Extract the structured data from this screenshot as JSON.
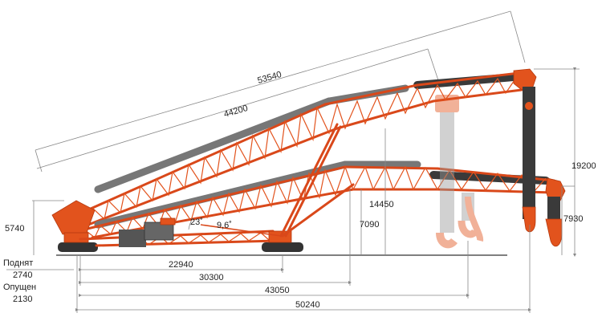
{
  "dimensions": {
    "d53540": "53540",
    "d44200": "44200",
    "d19200": "19200",
    "d14450": "14450",
    "d7090": "7090",
    "d7930": "7930",
    "d5740": "5740",
    "d22940": "22940",
    "d30300": "30300",
    "d43050": "43050",
    "d50240": "50240"
  },
  "angles": {
    "a23": "23˚",
    "a96": "9,6˚"
  },
  "side_labels": {
    "raised": "Поднят",
    "raised_value": "2740",
    "lowered": "Опущен",
    "lowered_value": "2130"
  },
  "colors": {
    "machine": "#e2531d",
    "belt": "#777777",
    "pipe": "#3a3a3a",
    "dimension": "#888888"
  }
}
